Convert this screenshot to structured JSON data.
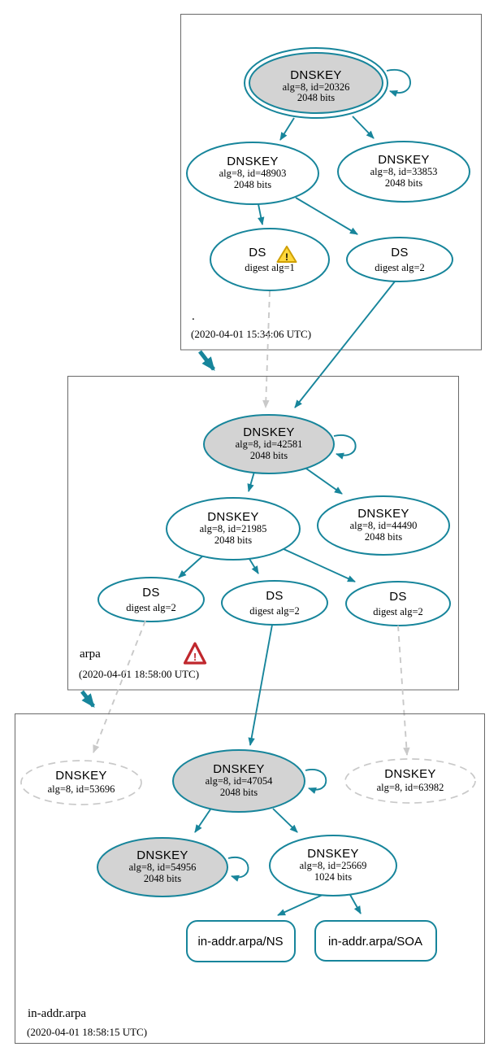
{
  "colors": {
    "edge_secure": "#17859b",
    "edge_missing": "#c9c9c9",
    "ksk_fill": "#d3d3d3",
    "zone_border": "#696969",
    "warning_yellow": "#ffd83d",
    "error_red": "#c0272d"
  },
  "zones": [
    {
      "name": ".",
      "timestamp": "(2020-04-01 15:34:06 UTC)",
      "nodes": {
        "ksk": {
          "title": "DNSKEY",
          "detail": "alg=8, id=20326",
          "bits": "2048 bits"
        },
        "zsk1": {
          "title": "DNSKEY",
          "detail": "alg=8, id=48903",
          "bits": "2048 bits"
        },
        "zsk2": {
          "title": "DNSKEY",
          "detail": "alg=8, id=33853",
          "bits": "2048 bits"
        },
        "ds1": {
          "title": "DS",
          "detail": "digest alg=1",
          "warning_mark": "!"
        },
        "ds2": {
          "title": "DS",
          "detail": "digest alg=2"
        }
      },
      "edges": [
        "ksk->ksk",
        "ksk->zsk1",
        "ksk->zsk2",
        "zsk1->ds1",
        "zsk1->ds2"
      ]
    },
    {
      "name": "arpa",
      "timestamp": "(2020-04-01 18:58:00 UTC)",
      "error_mark": "!",
      "nodes": {
        "ksk": {
          "title": "DNSKEY",
          "detail": "alg=8, id=42581",
          "bits": "2048 bits"
        },
        "zsk1": {
          "title": "DNSKEY",
          "detail": "alg=8, id=21985",
          "bits": "2048 bits"
        },
        "zsk2": {
          "title": "DNSKEY",
          "detail": "alg=8, id=44490",
          "bits": "2048 bits"
        },
        "dsL": {
          "title": "DS",
          "detail": "digest alg=2"
        },
        "dsM": {
          "title": "DS",
          "detail": "digest alg=2"
        },
        "dsR": {
          "title": "DS",
          "detail": "digest alg=2"
        }
      },
      "edges": [
        "ksk->ksk",
        "ksk->zsk1",
        "ksk->zsk2",
        "zsk1->dsL",
        "zsk1->dsM",
        "zsk1->dsR",
        "root.ds1-->ksk (dashed)",
        "root.ds2->ksk"
      ]
    },
    {
      "name": "in-addr.arpa",
      "timestamp": "(2020-04-01 18:58:15 UTC)",
      "nodes": {
        "missing1": {
          "title": "DNSKEY",
          "detail": "alg=8, id=53696"
        },
        "ksk": {
          "title": "DNSKEY",
          "detail": "alg=8, id=47054",
          "bits": "2048 bits"
        },
        "missing2": {
          "title": "DNSKEY",
          "detail": "alg=8, id=63982"
        },
        "ksk2": {
          "title": "DNSKEY",
          "detail": "alg=8, id=54956",
          "bits": "2048 bits"
        },
        "zsk": {
          "title": "DNSKEY",
          "detail": "alg=8, id=25669",
          "bits": "1024 bits"
        },
        "rr_ns": {
          "label": "in-addr.arpa/NS"
        },
        "rr_soa": {
          "label": "in-addr.arpa/SOA"
        }
      },
      "edges": [
        "ksk->ksk",
        "ksk->ksk2",
        "ksk->zsk",
        "ksk2->ksk2",
        "zsk->rr_ns",
        "zsk->rr_soa",
        "arpa.dsL-->missing1 (dashed)",
        "arpa.dsM->ksk",
        "arpa.dsR-->missing2 (dashed)"
      ]
    }
  ]
}
